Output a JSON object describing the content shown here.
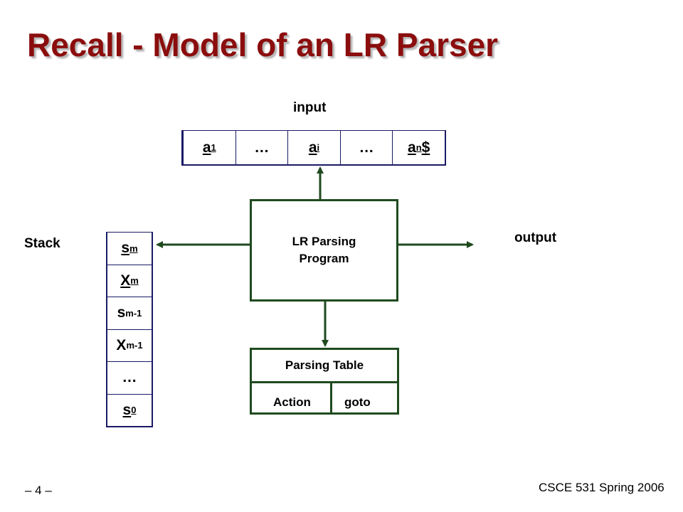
{
  "slide": {
    "title": "Recall - Model of an LR Parser",
    "footer_left": "– 4 –",
    "footer_right": "CSCE 531 Spring 2006"
  },
  "labels": {
    "input": "input",
    "stack": "Stack",
    "output": "output"
  },
  "input_tape": {
    "cells": [
      {
        "base": "a",
        "sub": "1",
        "suffix": ""
      },
      {
        "base": "…",
        "sub": "",
        "suffix": ""
      },
      {
        "base": "a",
        "sub": "i",
        "suffix": ""
      },
      {
        "base": "…",
        "sub": "",
        "suffix": ""
      },
      {
        "base": "a",
        "sub": "n",
        "suffix": "$"
      }
    ]
  },
  "stack": {
    "cells": [
      {
        "base": "s",
        "sub": "m",
        "underline": true
      },
      {
        "base": "X",
        "sub": "m",
        "underline": true
      },
      {
        "base": "s",
        "sub": " m-1",
        "underline": false
      },
      {
        "base": "X",
        "sub": " m-1",
        "underline": false
      },
      {
        "base": "…",
        "sub": "",
        "underline": false
      },
      {
        "base": "s",
        "sub": "0",
        "underline": true
      }
    ]
  },
  "program": {
    "line1": "LR Parsing",
    "line2": "Program"
  },
  "parsing_table": {
    "title": "Parsing Table",
    "action": "Action",
    "goto": "goto"
  },
  "colors": {
    "title": "#8b0d0d",
    "arrow": "#1f4a1f",
    "cell_border": "#1a1a66"
  }
}
